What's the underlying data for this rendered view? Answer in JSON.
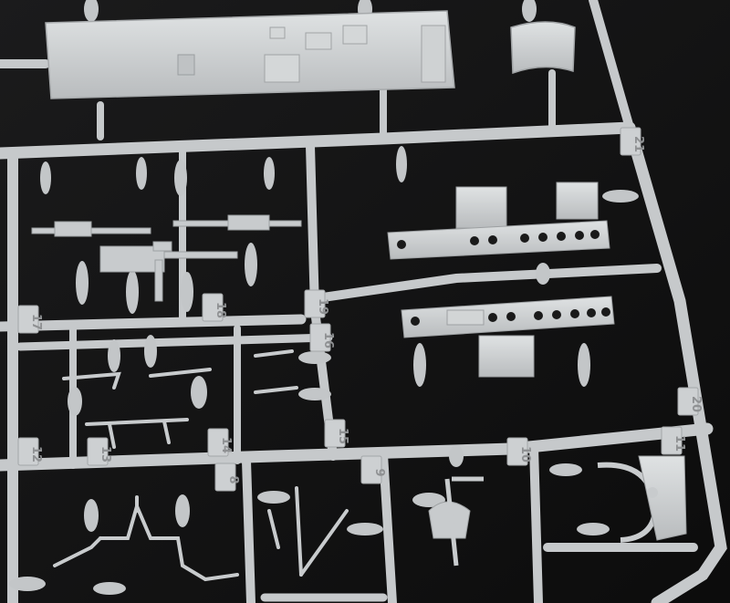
{
  "image": {
    "part_numbers": [
      "12",
      "13",
      "14",
      "15",
      "16",
      "17",
      "18",
      "19",
      "8",
      "9",
      "10",
      "11",
      "20",
      "21"
    ],
    "colors": {
      "background": "#111111",
      "plastic": "#c6c9cb",
      "plastic_light": "#dcdfe0",
      "plastic_shadow": "#8f9395",
      "hole": "#1a1a1a"
    }
  }
}
